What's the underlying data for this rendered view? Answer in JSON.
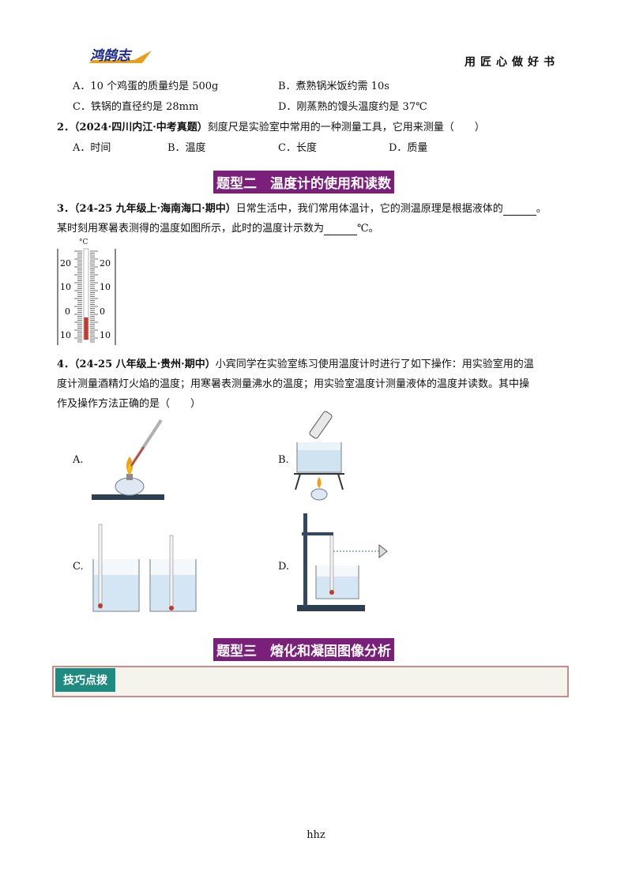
{
  "header": {
    "logo_text": "鸿鹄志",
    "motto": "用匠心做好书"
  },
  "q1_options": {
    "a": "A．10 个鸡蛋的质量约是 500g",
    "b": "B．煮熟锅米饭约需 10s",
    "c": "C．铁锅的直径约是 28mm",
    "d": "D．刚蒸熟的馒头温度约是 37℃"
  },
  "q2": {
    "number": "2．",
    "source": "（2024·四川内江·中考真题）",
    "stem": "刻度尺是实验室中常用的一种测量工具，它用来测量（　　）",
    "options": [
      "A．时间",
      "B．温度",
      "C．长度",
      "D．质量"
    ]
  },
  "section2_title": "题型二　温度计的使用和读数",
  "q3": {
    "number": "3．",
    "source": "（24-25 九年级上·海南海口·期中）",
    "stem1": "日常生活中，我们常用体温计，它的测温原理是根据液体的",
    "stem1_end": "。",
    "stem2": "某时刻用寒暑表测得的温度如图所示，此时的温度计示数为",
    "stem2_end": "℃。",
    "thermometer": {
      "unit": "°C",
      "left_labels": [
        "20",
        "10",
        "0",
        "10"
      ],
      "right_labels": [
        "20",
        "10",
        "0",
        "10"
      ],
      "liquid_color": "#c0392b"
    }
  },
  "q4": {
    "number": "4．",
    "source": "（24-25 八年级上·贵州·期中）",
    "stem1": "小宾同学在实验室练习使用温度计时进行了如下操作：用实验室用的温",
    "stem2": "度计测量酒精灯火焰的温度；用寒暑表测量沸水的温度；用实验室温度计测量液体的温度并读数。其中操",
    "stem3": "作及操作方法正确的是（　　）",
    "options": [
      "A.",
      "B.",
      "C.",
      "D."
    ]
  },
  "section3_title": "题型三　熔化和凝固图像分析",
  "tip_label": "技巧点拨",
  "footer": "hhz"
}
